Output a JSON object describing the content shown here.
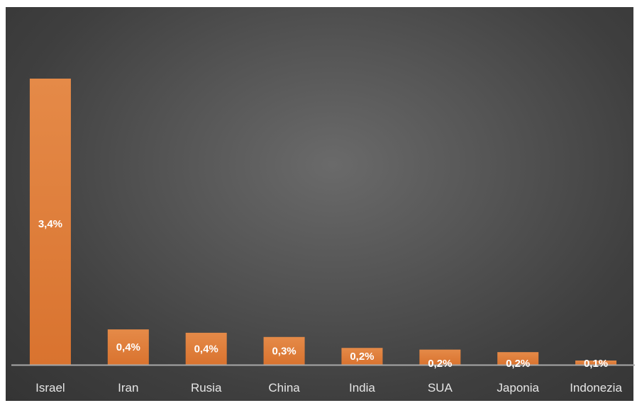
{
  "chart_data": {
    "type": "bar",
    "categories": [
      "Israel",
      "Iran",
      "Rusia",
      "China",
      "India",
      "SUA",
      "Japonia",
      "Indonezia"
    ],
    "values": [
      3.4,
      0.42,
      0.38,
      0.33,
      0.2,
      0.18,
      0.15,
      0.05
    ],
    "data_labels": [
      "3,4%",
      "0,4%",
      "0,4%",
      "0,3%",
      "0,2%",
      "0,2%",
      "0,2%",
      "0,1%"
    ],
    "ylim": [
      0,
      3.4
    ],
    "grid": false,
    "legend": "none",
    "bar_color": "#e07e3c",
    "background_color": "#4a4a4a",
    "axis_color": "#a8a8a8",
    "label_color": "#ffffff"
  }
}
